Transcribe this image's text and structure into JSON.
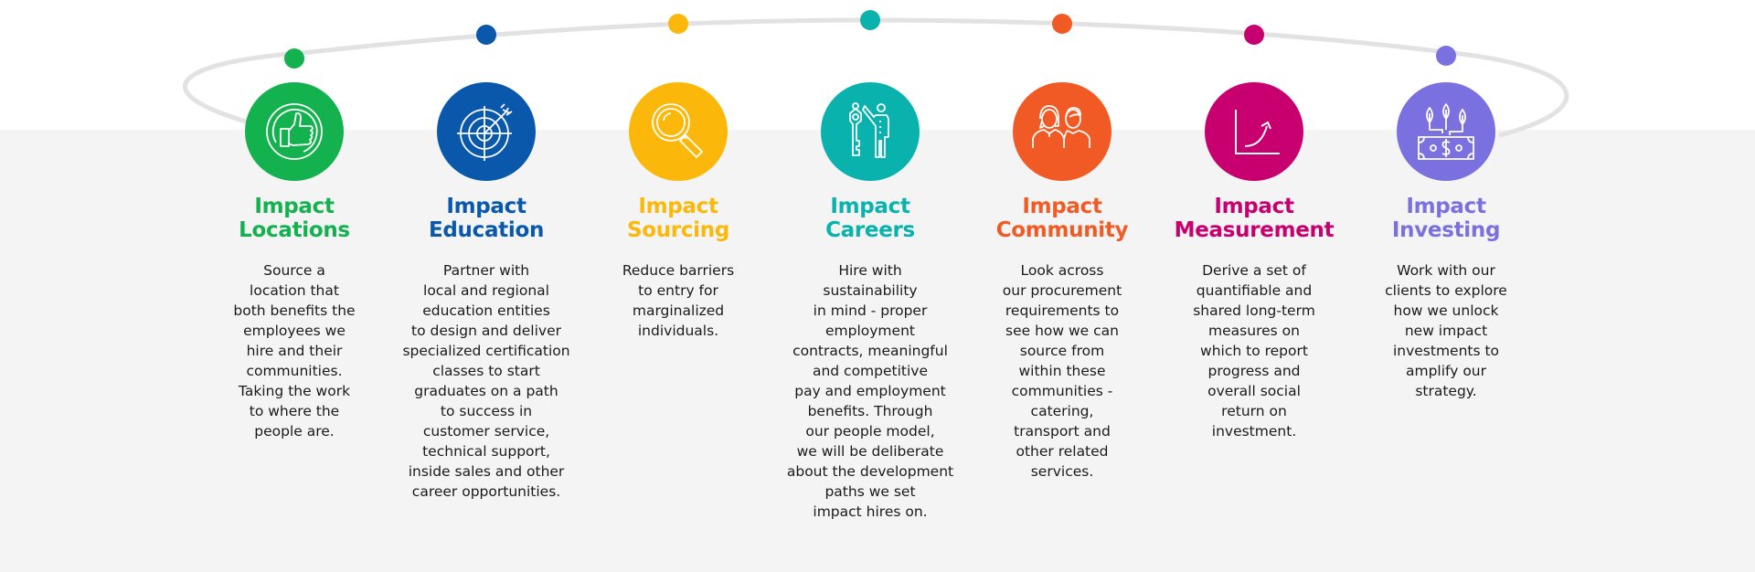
{
  "diagram": {
    "orbit_color": "#e2e2e2",
    "background_band_color": "#f4f4f4",
    "items": [
      {
        "id": "locations",
        "title_line1": "Impact",
        "title_line2": "Locations",
        "color": "#14b14f",
        "icon": "thumbs-up-icon",
        "description": "Source a\nlocation that\nboth benefits the\nemployees we\nhire and their\ncommunities.\nTaking the work\nto where the\npeople are."
      },
      {
        "id": "education",
        "title_line1": "Impact",
        "title_line2": "Education",
        "color": "#0a58ac",
        "icon": "target-arrow-icon",
        "description": "Partner with\nlocal and regional\neducation entities\nto design and deliver\nspecialized certification\nclasses to start\ngraduates on a path\nto success in\ncustomer service,\ntechnical support,\ninside sales and other\ncareer opportunities."
      },
      {
        "id": "sourcing",
        "title_line1": "Impact",
        "title_line2": "Sourcing",
        "color": "#fbb80a",
        "icon": "magnifying-glass-icon",
        "description": "Reduce barriers\nto entry for\nmarginalized\nindividuals."
      },
      {
        "id": "careers",
        "title_line1": "Impact",
        "title_line2": "Careers",
        "color": "#0ab2ae",
        "icon": "key-person-icon",
        "description": "Hire with\nsustainability\nin mind - proper\nemployment\ncontracts, meaningful\nand competitive\npay and employment\nbenefits. Through\nour people model,\nwe will be deliberate\nabout the development\npaths we set\nimpact hires on."
      },
      {
        "id": "community",
        "title_line1": "Impact",
        "title_line2": "Community",
        "color": "#f15a24",
        "icon": "two-people-icon",
        "description": "Look across\nour procurement\nrequirements to\nsee how we can\nsource from\nwithin these\ncommunities -\ncatering,\ntransport and\nother related\nservices."
      },
      {
        "id": "measurement",
        "title_line1": "Impact",
        "title_line2": "Measurement",
        "color": "#c8006f",
        "icon": "growth-chart-icon",
        "description": "Derive a set of\nquantifiable and\nshared long-term\nmeasures on\nwhich to report\nprogress and\noverall social\nreturn on\ninvestment."
      },
      {
        "id": "investing",
        "title_line1": "Impact",
        "title_line2": "Investing",
        "color": "#7b70e0",
        "icon": "money-plants-icon",
        "description": "Work with our\nclients to explore\nhow we unlock\nnew impact\ninvestments to\namplify our\nstrategy."
      }
    ]
  }
}
